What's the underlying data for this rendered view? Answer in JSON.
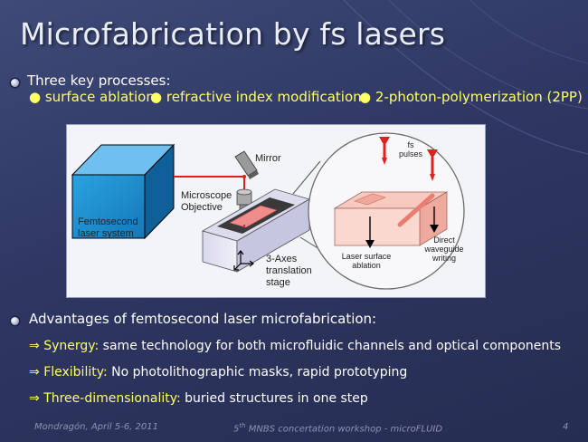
{
  "slide": {
    "title": "Microfabrication by fs lasers"
  },
  "key_processes": {
    "heading": "Three key processes:",
    "items": [
      "● surface ablation",
      "● refractive index modification",
      "● 2-photon-polymerization (2PP)"
    ]
  },
  "figure": {
    "labels": {
      "mirror": "Mirror",
      "objective_1": "Microscope",
      "objective_2": "Objective",
      "laser_1": "Femtosecond",
      "laser_2": "laser system",
      "stage_1": "3-Axes",
      "stage_2": "translation",
      "stage_3": "stage",
      "fs_1": "fs",
      "fs_2": "pulses",
      "ablation_1": "Laser surface",
      "ablation_2": "ablation",
      "waveguide_1": "Direct",
      "waveguide_2": "waveguide",
      "waveguide_3": "writing"
    }
  },
  "advantages": {
    "heading": "Advantages of femtosecond laser microfabrication:",
    "arrow": "⇒",
    "items": [
      {
        "label": "Synergy:",
        "text": " same technology for both microfluidic channels and optical components"
      },
      {
        "label": "Flexibility:",
        "text": " No photolithographic masks, rapid prototyping"
      },
      {
        "label": "Three-dimensionality:",
        "text": " buried structures in one step"
      }
    ]
  },
  "footer": {
    "left": "Mondragón, April 5-6, 2011",
    "center_sup": "5",
    "center_sup_suffix": "th",
    "center_text": " MNBS concertation workshop - microFLUID",
    "page_number": "4"
  },
  "colors": {
    "background": "#2e3762",
    "title": "#e9edf7",
    "highlight": "#ffff66",
    "laser_beam": "#e02020",
    "laser_box": "#1a8fd0"
  }
}
